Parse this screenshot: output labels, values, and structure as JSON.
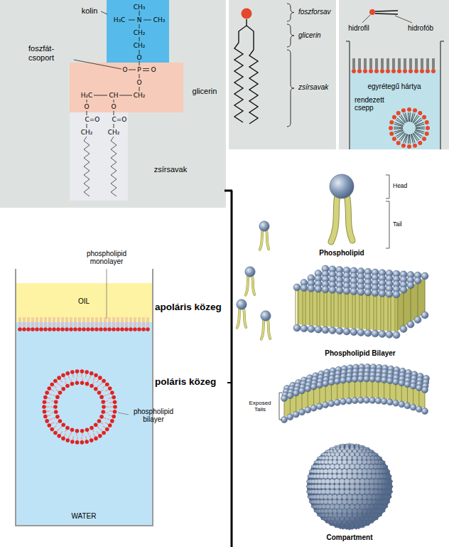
{
  "diagram": {
    "nodes": [
      {
        "text": [
          "kolin"
        ]
      },
      {
        "text": [
          "glicerin"
        ]
      },
      {
        "text": [
          "zsírsavak"
        ]
      },
      {
        "text": [
          "OIL"
        ]
      },
      {
        "text": [
          "WATER"
        ]
      }
    ],
    "labels": [
      "CH₃",
      "H₃C",
      "N",
      "CH₃",
      "CH₂",
      "CH₂",
      "O",
      "foszfát-csoport",
      "O",
      "P",
      "O",
      "O",
      "H₂C",
      "CH",
      "CH₂",
      "O",
      "O",
      "C=O",
      "C=O",
      "CH₂",
      "CH₂",
      "foszforsav",
      "glicerin",
      "zsírsavak",
      "hidrofil",
      "hidrofób",
      "egyrétegű hártya",
      "rendezett csepp",
      "phospholipid monolayer",
      "apoláris közeg",
      "poláris közeg",
      "phospholipid bilayer",
      "Head",
      "Tail",
      "Phospholipid",
      "Phospholipid Bilayer",
      "Exposed Tails",
      "Compartment"
    ]
  }
}
